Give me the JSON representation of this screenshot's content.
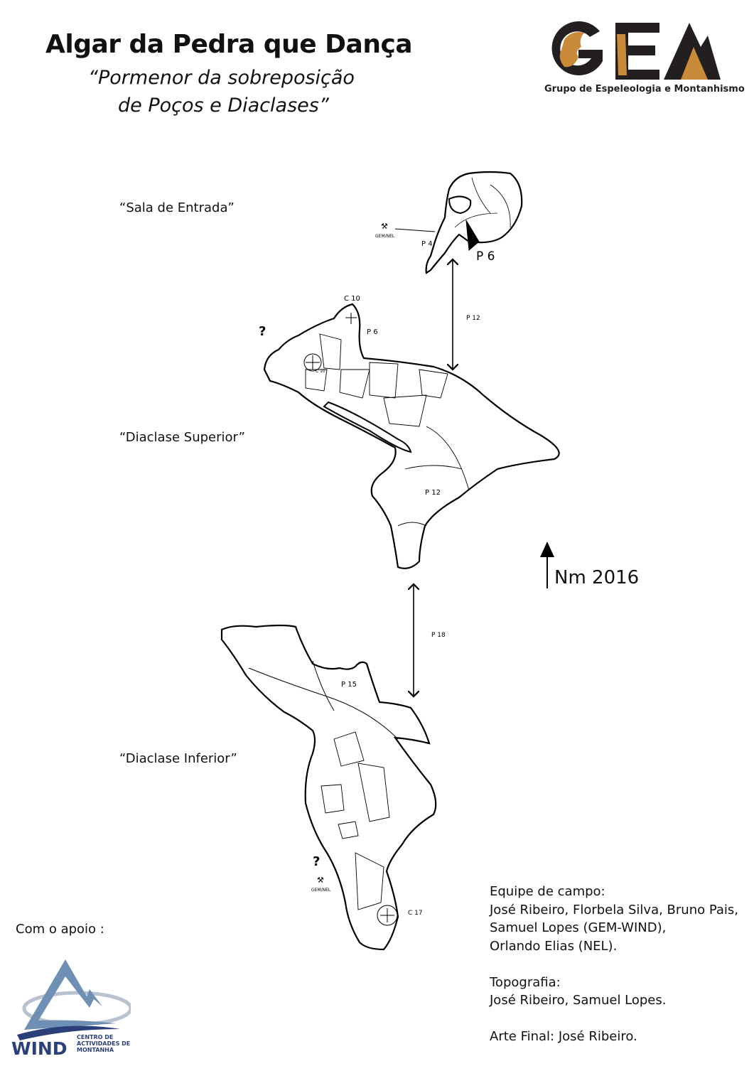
{
  "header": {
    "title": "Algar da Pedra que Dança",
    "subtitle_line1": "“Pormenor da sobreposição",
    "subtitle_line2": "de Poços e Diaclases”"
  },
  "logo_gem": {
    "text": "GEM",
    "tagline": "Grupo de Espeleologia e Montanhismo",
    "colors": {
      "dark": "#231f20",
      "accent": "#c98a3a"
    }
  },
  "sections": {
    "sala_entrada": "“Sala de Entrada”",
    "diaclase_superior": "“Diaclase Superior”",
    "diaclase_inferior": "“Diaclase Inferior”"
  },
  "map_labels": {
    "entrada_p4": "P 4",
    "entrada_p6": "P 6",
    "entrada_station": "GEM/NEL",
    "link_p12": "P 12",
    "sup_c10": "C 10",
    "sup_p6": "P 6",
    "sup_c10_small": "C 10",
    "sup_question": "?",
    "sup_p12": "P 12",
    "link_p18": "P 18",
    "inf_p15": "P 15",
    "inf_c17": "C 17",
    "inf_station": "GEM/NEL",
    "inf_question": "?"
  },
  "north": {
    "label": "Nm 2016"
  },
  "credits": {
    "lines": [
      "Equipe de campo:",
      "José Ribeiro, Florbela Silva, Bruno Pais,",
      "Samuel Lopes (GEM-WIND),",
      "Orlando Elias (NEL).",
      "",
      "Topografia:",
      "José Ribeiro, Samuel Lopes.",
      "",
      "Arte Final: José Ribeiro."
    ]
  },
  "support": {
    "label": "Com o apoio :",
    "logo_text": "WIND",
    "logo_tagline": "CENTRO DE ACTIVIDADES DE MONTANHA",
    "colors": {
      "navy": "#2b3f7a",
      "steel": "#6f8fb5"
    }
  }
}
